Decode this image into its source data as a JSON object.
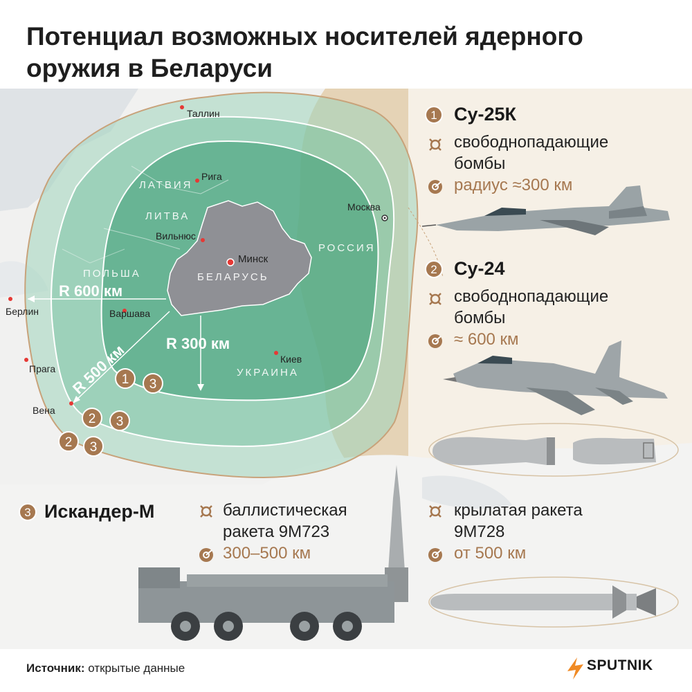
{
  "title": "Потенциал возможных носителей ядерного оружия в Беларуси",
  "colors": {
    "accent": "#a67850",
    "map_green": "#3d9c74",
    "belarus": "#8f9095",
    "russia": "#e5d3b6"
  },
  "map": {
    "cities": {
      "tallinn": "Таллин",
      "riga": "Рига",
      "vilnius": "Вильнюс",
      "minsk": "Минск",
      "moscow": "Москва",
      "berlin": "Берлин",
      "warsaw": "Варшава",
      "prague": "Прага",
      "vienna": "Вена",
      "kyiv": "Киев"
    },
    "countries": {
      "latvia": "ЛАТВИЯ",
      "lithuania": "ЛИТВА",
      "poland": "ПОЛЬША",
      "belarus": "БЕЛАРУСЬ",
      "russia": "РОССИЯ",
      "ukraine": "УКРАИНА"
    },
    "radii": {
      "r600": "R 600 км",
      "r500": "R 500 км",
      "r300": "R 300 км"
    },
    "badges": [
      "1",
      "3",
      "2",
      "3",
      "2",
      "3"
    ]
  },
  "weapons": {
    "su25": {
      "number": "1",
      "name": "Су-25К",
      "payload_line1": "свободнопадающие",
      "payload_line2": "бомбы",
      "range": "радиус ≈300 км"
    },
    "su24": {
      "number": "2",
      "name": "Су-24",
      "payload_line1": "свободнопадающие",
      "payload_line2": "бомбы",
      "range": "≈ 600 км"
    },
    "iskander": {
      "number": "3",
      "name": "Искандер-М",
      "ballistic_line1": "баллистическая",
      "ballistic_line2": "ракета 9М723",
      "ballistic_range": "300–500 км",
      "cruise_line1": "крылатая ракета",
      "cruise_line2": "9М728",
      "cruise_range": "от 500 км"
    }
  },
  "footer": {
    "source_label": "Источник:",
    "source_value": "открытые данные",
    "logo": "SPUTNIK"
  }
}
